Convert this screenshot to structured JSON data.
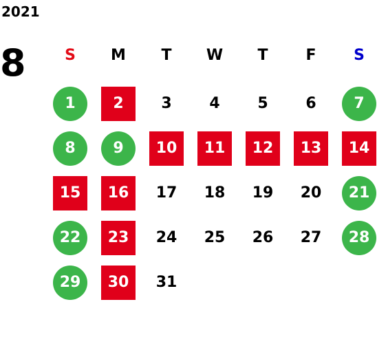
{
  "calendar": {
    "year": "2021",
    "month": "8",
    "colors": {
      "weekday": "#000000",
      "sunday": "#e30b17",
      "saturday": "#0000cc",
      "circle": "#3cb54a",
      "square": "#e0001a"
    },
    "weekdays": [
      {
        "label": "S",
        "kind": "sunday"
      },
      {
        "label": "M",
        "kind": "weekday"
      },
      {
        "label": "T",
        "kind": "weekday"
      },
      {
        "label": "W",
        "kind": "weekday"
      },
      {
        "label": "T",
        "kind": "weekday"
      },
      {
        "label": "F",
        "kind": "weekday"
      },
      {
        "label": "S",
        "kind": "saturday"
      }
    ],
    "days": [
      {
        "day": "1",
        "style": "circle"
      },
      {
        "day": "2",
        "style": "square"
      },
      {
        "day": "3",
        "style": "plain"
      },
      {
        "day": "4",
        "style": "plain"
      },
      {
        "day": "5",
        "style": "plain"
      },
      {
        "day": "6",
        "style": "plain"
      },
      {
        "day": "7",
        "style": "circle"
      },
      {
        "day": "8",
        "style": "circle"
      },
      {
        "day": "9",
        "style": "circle"
      },
      {
        "day": "10",
        "style": "square"
      },
      {
        "day": "11",
        "style": "square"
      },
      {
        "day": "12",
        "style": "square"
      },
      {
        "day": "13",
        "style": "square"
      },
      {
        "day": "14",
        "style": "square"
      },
      {
        "day": "15",
        "style": "square"
      },
      {
        "day": "16",
        "style": "square"
      },
      {
        "day": "17",
        "style": "plain"
      },
      {
        "day": "18",
        "style": "plain"
      },
      {
        "day": "19",
        "style": "plain"
      },
      {
        "day": "20",
        "style": "plain"
      },
      {
        "day": "21",
        "style": "circle"
      },
      {
        "day": "22",
        "style": "circle"
      },
      {
        "day": "23",
        "style": "square"
      },
      {
        "day": "24",
        "style": "plain"
      },
      {
        "day": "25",
        "style": "plain"
      },
      {
        "day": "26",
        "style": "plain"
      },
      {
        "day": "27",
        "style": "plain"
      },
      {
        "day": "28",
        "style": "circle"
      },
      {
        "day": "29",
        "style": "circle"
      },
      {
        "day": "30",
        "style": "square"
      },
      {
        "day": "31",
        "style": "plain"
      }
    ]
  }
}
